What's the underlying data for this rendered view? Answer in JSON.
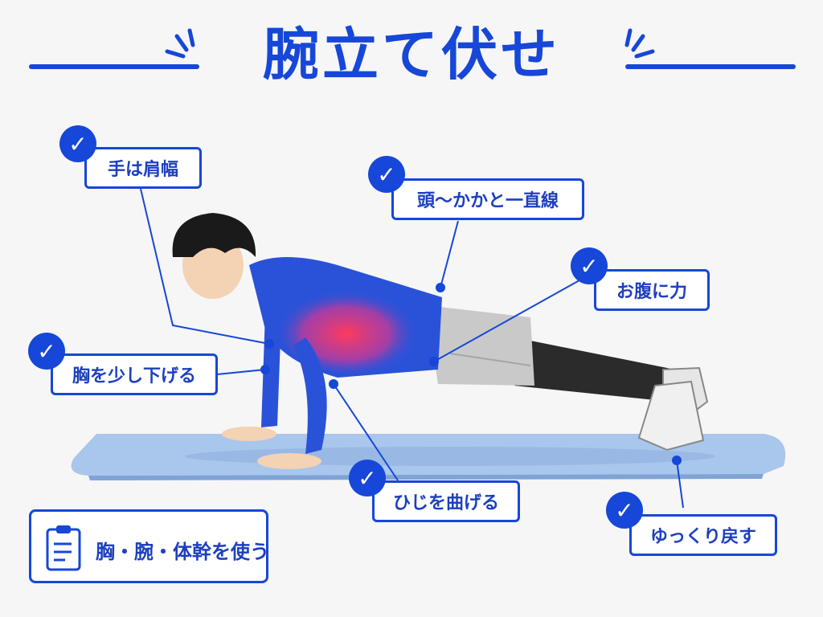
{
  "title": "腕立て伏せ",
  "callouts": {
    "shoulder_width": "手は肩幅",
    "straight_line": "頭〜かかと一直線",
    "core": "お腹に力",
    "lower_chest": "胸を少し下げる",
    "bend_elbows": "ひじを曲げる",
    "slow_return": "ゆっくり戻す"
  },
  "note": {
    "label": "胸・腕・体幹を使う",
    "icon": "clipboard-icon"
  },
  "colors": {
    "accent": "#1647d8",
    "mat": "#a9c6ec",
    "shirt": "#2a52d8",
    "highlight": "#ff3a5c"
  }
}
